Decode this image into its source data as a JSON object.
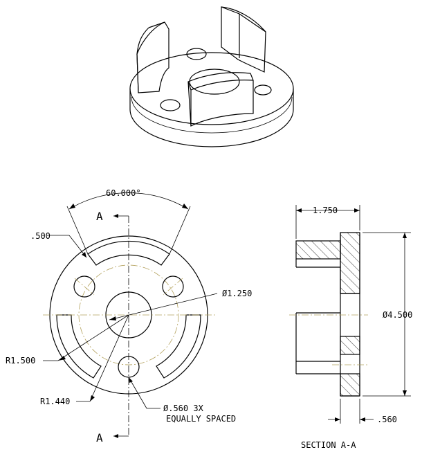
{
  "colors": {
    "line": "#000000",
    "centerline_olive": "#b3a15c",
    "background": "#ffffff"
  },
  "labels": {
    "angle_dim": "60.000°",
    "section_mark_top": "A",
    "section_mark_bottom": "A",
    "slot_width_dim": ".500",
    "bore_dia_dim": "Ø1.250",
    "outer_radius_dim": "R1.500",
    "inner_radius_dim": "R1.440",
    "hole_dia_dim": "Ø.560 3X",
    "hole_note": "EQUALLY SPACED",
    "height_dim": "1.750",
    "outer_dia_dim": "Ø4.500",
    "flange_thk_dim": ".560",
    "section_title": "SECTION  A-A"
  }
}
